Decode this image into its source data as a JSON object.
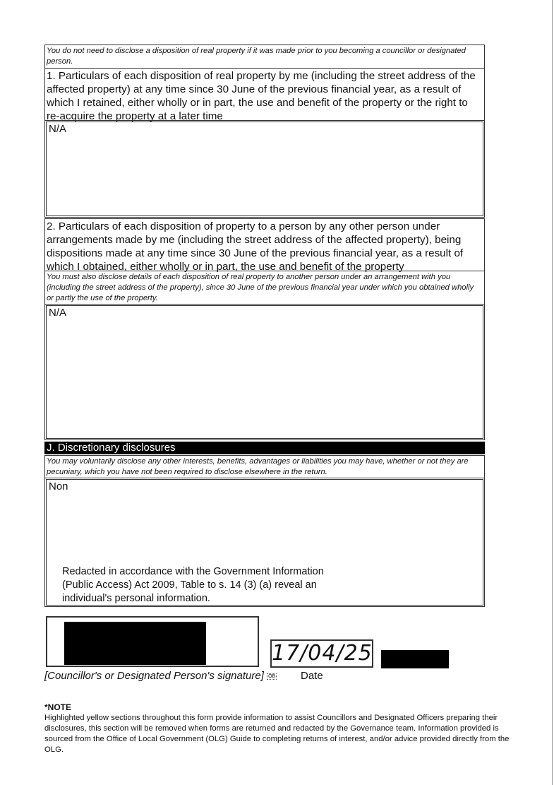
{
  "section_i": {
    "note": "You do not need to disclose a disposition of real property if it was made prior to you becoming a councillor or designated person.",
    "q1": "1. Particulars of each disposition of real property by me (including the street address of the affected property) at any time since 30 June of the previous financial year, as a result of which I retained, either wholly or in part, the use and benefit of the property or the right to re-acquire the property at a later time",
    "a1": "N/A",
    "q2": "2. Particulars of each disposition of property to a person by any other person under arrangements made by me (including the street address of the affected property), being dispositions made at any time since 30 June of the previous financial year, as a result of which I obtained, either wholly or in part, the use and benefit of the property",
    "q2_note": "You must also disclose details of each disposition of real property to another person under an arrangement with you (including the street address of the property), since 30 June of the previous financial year under which you obtained wholly or partly the use of the property.",
    "a2": "N/A"
  },
  "section_j": {
    "header": "J. Discretionary disclosures",
    "note": "You may voluntarily disclose any other interests, benefits, advantages or liabilities you may have, whether or not they are pecuniary, which you have not been required to disclose elsewhere in the return.",
    "answer": "Non",
    "redaction": "Redacted in accordance with the Government Information (Public Access) Act 2009, Table to s. 14 (3) (a) reveal an individual's personal information."
  },
  "signature": {
    "caption": "[Councillor's or Designated Person's signature]",
    "ob_mark": "OB",
    "date_value": "17/04/25",
    "date_label": "Date"
  },
  "note": {
    "title": "*NOTE",
    "body": "Highlighted yellow sections throughout this form provide information to assist Councillors and Designated Officers preparing their disclosures, this section will be removed when forms are returned and redacted by the Governance team. Information provided is sourced from the Office of Local Government (OLG) Guide to completing returns of interest, and/or advice provided directly from the OLG."
  }
}
